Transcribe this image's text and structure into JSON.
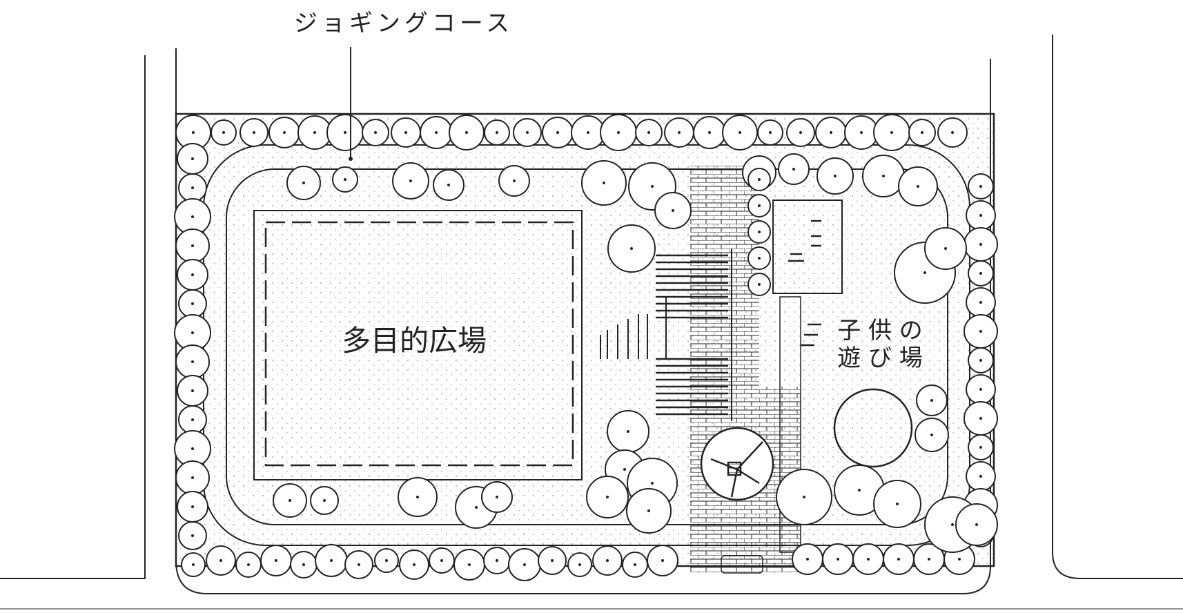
{
  "labels": {
    "jogging_course": "ジョギングコース",
    "multipurpose_plaza": "多目的広場",
    "children_playground_line1": "子 供 の",
    "children_playground_line2": "遊 び 場"
  },
  "icons": {
    "tree": "tree-icon",
    "stairs": "stairs-icon",
    "bench": "bench-icon",
    "sandpit": "sandpit-icon"
  },
  "colors": {
    "ink": "#222222",
    "paper": "#ffffff"
  }
}
